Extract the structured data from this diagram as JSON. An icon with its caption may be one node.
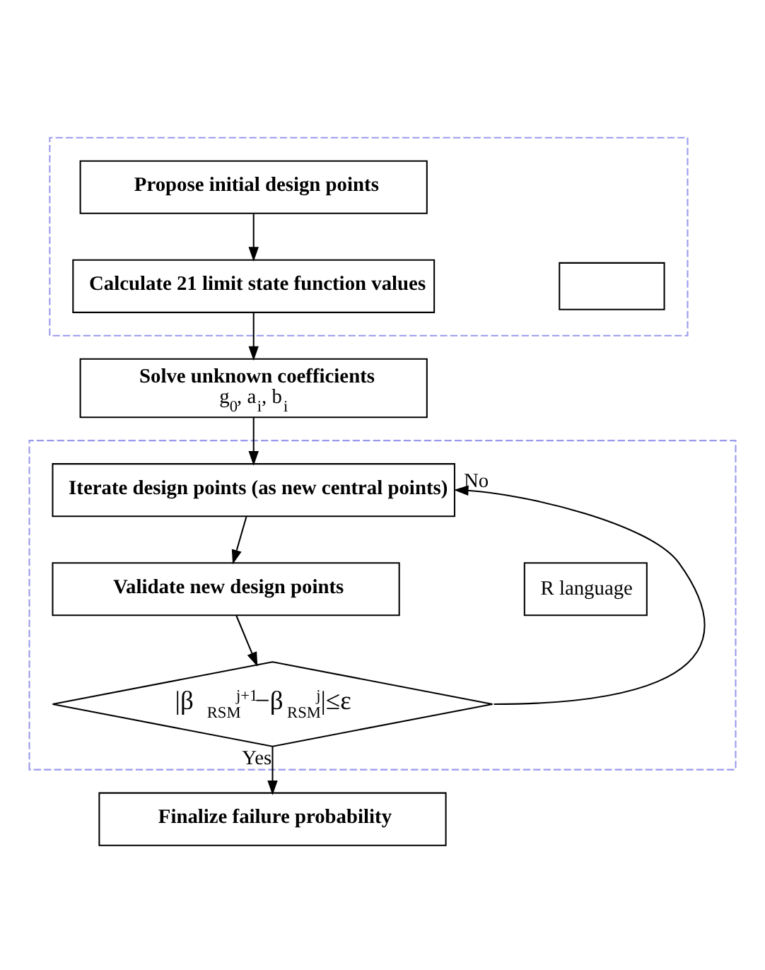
{
  "diagram": {
    "nodes": [
      {
        "text": [],
        "shape": "box"
      },
      {
        "text": [
          "Propose initial design points"
        ],
        "in": 0
      },
      {
        "text": [
          "Calculate 21 limit state function values"
        ],
        "in": 0
      },
      {
        "text": [],
        "shape": "box",
        "in": 0
      },
      {
        "text": [
          "Solve unknown coefficients",
          "g$_{0}$, a$_{i}$, b$_{i}$"
        ]
      },
      {
        "text": [],
        "shape": "box"
      },
      {
        "text": [
          "Iterate design points (as new central points)"
        ],
        "in": 5
      },
      {
        "text": [
          "Validate new design points"
        ],
        "in": 5
      },
      {
        "text": [
          "R language"
        ],
        "in": 5
      },
      {
        "text": [
          "|β$_{RSM}$$^{j+1}$−β$_{RSM}$$^{j}$|≤ε"
        ],
        "in": 5
      },
      {
        "text": [
          "Finalize failure probability"
        ]
      }
    ],
    "edges": [
      {
        "from": 1,
        "to": 2,
        "arrow": "to"
      },
      {
        "from": 2,
        "to": 4,
        "arrow": "to"
      },
      {
        "from": 4,
        "to": 6,
        "arrow": "to"
      },
      {
        "from": 6,
        "to": 7,
        "arrow": "to"
      },
      {
        "from": 7,
        "to": 9,
        "arrow": "to"
      },
      {
        "from": 9,
        "to": 10,
        "label": "Yes",
        "arrow": "to"
      },
      {
        "from": 9,
        "to": 6,
        "label": "No",
        "arrow": "to"
      }
    ]
  }
}
